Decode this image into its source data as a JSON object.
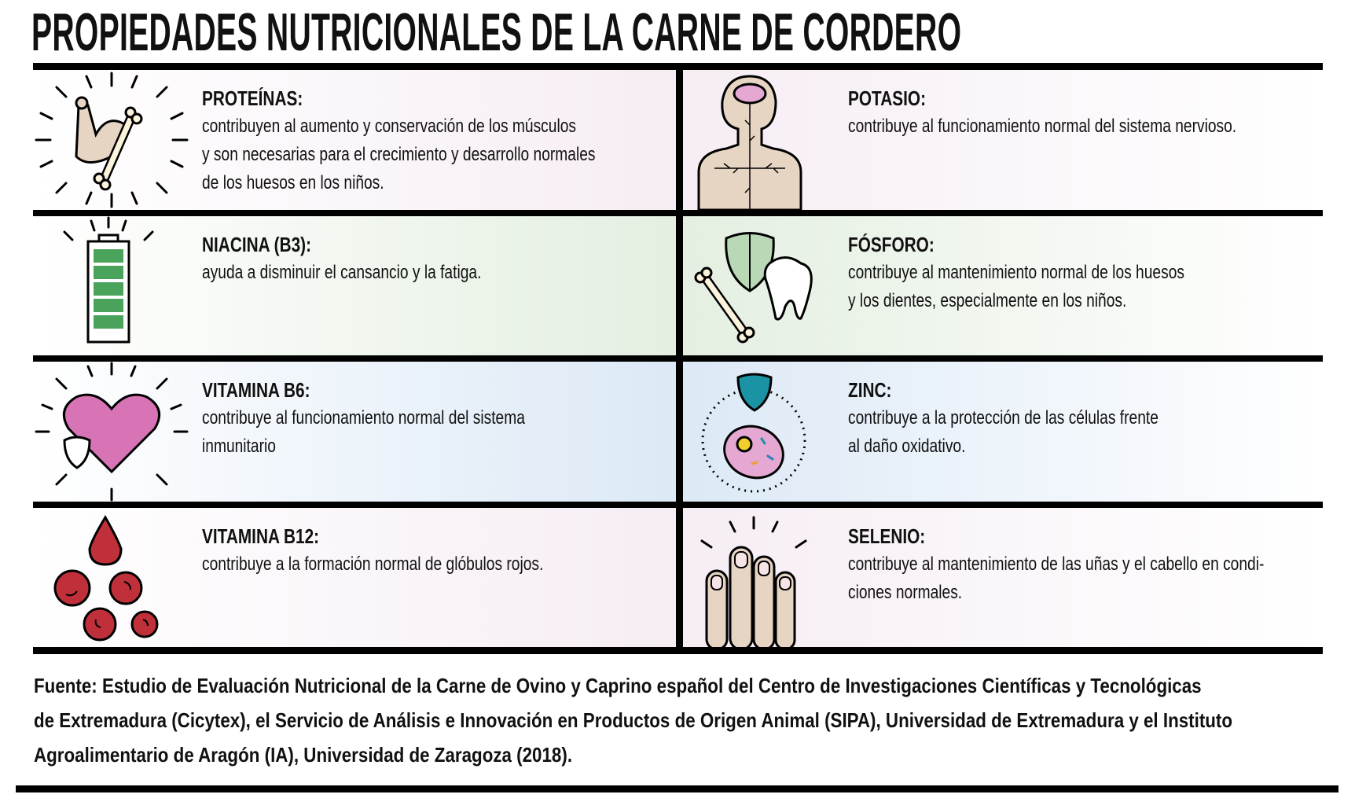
{
  "title": "PROPIEDADES NUTRICIONALES DE LA CARNE DE CORDERO",
  "items": [
    {
      "heading": "PROTEÍNAS:",
      "lines": [
        "contribuyen al aumento y conservación de los músculos",
        "y son necesarias para el crecimiento y desarrollo normales",
        "de los huesos en los niños."
      ],
      "icon": "flexed-arm-bone-icon",
      "color": "#f6edf4"
    },
    {
      "heading": "POTASIO:",
      "lines": [
        "contribuye al funcionamiento normal del sistema nervioso."
      ],
      "icon": "nervous-system-icon",
      "color": "#f6edf4"
    },
    {
      "heading": "NIACINA (B3):",
      "lines": [
        "ayuda a disminuir el cansancio y la fatiga."
      ],
      "icon": "battery-icon",
      "color": "#e4efe1"
    },
    {
      "heading": "FÓSFORO:",
      "lines": [
        "contribuye al mantenimiento normal de los huesos",
        "y los dientes, especialmente en los niños."
      ],
      "icon": "bone-tooth-shield-icon",
      "color": "#e4efe1"
    },
    {
      "heading": "VITAMINA B6:",
      "lines": [
        "contribuye al funcionamiento normal del sistema",
        "inmunitario"
      ],
      "icon": "heart-shield-icon",
      "color": "#dce9f6"
    },
    {
      "heading": "ZINC:",
      "lines": [
        "contribuye a la protección de las células frente",
        "al daño oxidativo."
      ],
      "icon": "cell-shield-icon",
      "color": "#dce9f6"
    },
    {
      "heading": "VITAMINA B12:",
      "lines": [
        "contribuye a la formación normal de glóbulos rojos."
      ],
      "icon": "blood-cells-icon",
      "color": "#f6edf4"
    },
    {
      "heading": "SELENIO:",
      "lines": [
        "contribuye al mantenimiento de las uñas y el cabello en condi-",
        "ciones normales."
      ],
      "icon": "fingernails-icon",
      "color": "#f6edf4"
    }
  ],
  "footer": [
    "Fuente: Estudio de Evaluación Nutricional de la Carne de Ovino y Caprino español del Centro de Investigaciones Científicas y Tecnológicas",
    "de Extremadura (Cicytex), el Servicio de Análisis e Innovación en Productos de Origen Animal (SIPA), Universidad de Extremadura y el Instituto",
    "Agroalimentario de Aragón (IA), Universidad de Zaragoza (2018)."
  ],
  "colors": {
    "bar": "#000000",
    "skin": "#e7d5c4",
    "bone": "#fbf3dc",
    "green": "#4aa35a",
    "pink": "#d873b5",
    "teal": "#1a93a5",
    "red": "#c0303a"
  }
}
